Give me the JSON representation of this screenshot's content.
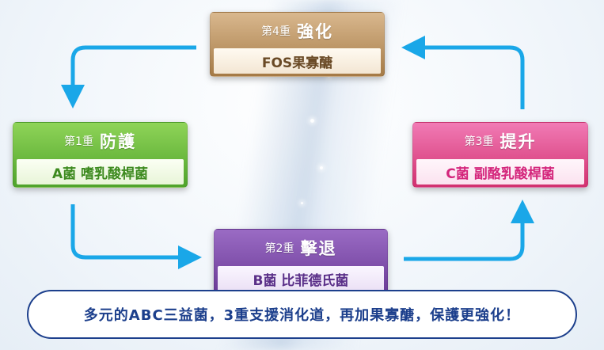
{
  "stages": [
    {
      "id": "stage4",
      "step": "第4重",
      "title": "強化",
      "detail": "FOS果寡醣",
      "color": "#b98a52"
    },
    {
      "id": "stage1",
      "step": "第1重",
      "title": "防護",
      "detail": "A菌 嗜乳酸桿菌",
      "color": "#5fb132"
    },
    {
      "id": "stage3",
      "step": "第3重",
      "title": "提升",
      "detail": "C菌 副酪乳酸桿菌",
      "color": "#e04b8d"
    },
    {
      "id": "stage2",
      "step": "第2重",
      "title": "擊退",
      "detail": "B菌 比菲德氏菌",
      "color": "#7a4aa6"
    }
  ],
  "summary": "多元的ABC三益菌，3重支援消化道，再加果寡醣，保護更強化！",
  "colors": {
    "arrow": "#1aa7e8",
    "banner_border": "#1c3f8c"
  }
}
